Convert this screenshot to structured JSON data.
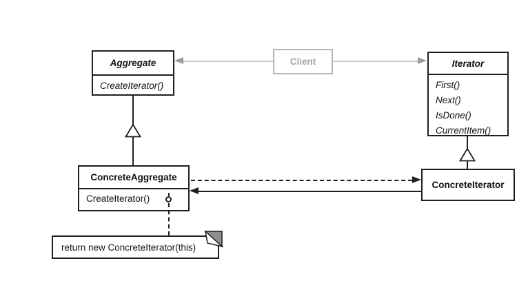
{
  "diagram": {
    "classes": {
      "aggregate": {
        "name": "Aggregate",
        "methods": [
          "CreateIterator()"
        ]
      },
      "iterator": {
        "name": "Iterator",
        "methods": [
          "First()",
          "Next()",
          "IsDone()",
          "CurrentItem()"
        ]
      },
      "concrete_aggregate": {
        "name": "ConcreteAggregate",
        "methods": [
          "CreateIterator()"
        ]
      },
      "concrete_iterator": {
        "name": "ConcreteIterator"
      }
    },
    "client": {
      "label": "Client"
    },
    "note": {
      "text": "return new ConcreteIterator(this)"
    },
    "colors": {
      "line": "#1f1f1f",
      "client_line": "#c9c9c9",
      "client_arrow": "#9b9b9b",
      "client_text": "#a6a6a6",
      "client_border": "#b5b5b5",
      "note_fold": "#8f8f8f",
      "background": "#ffffff"
    }
  }
}
